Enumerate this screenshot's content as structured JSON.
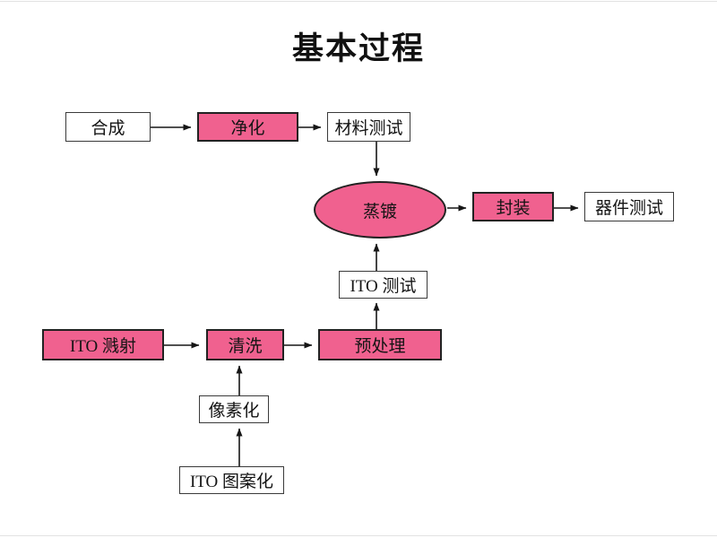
{
  "slide": {
    "title": "基本过程"
  },
  "colors": {
    "pink_fill": "#f0618f",
    "box_border": "#2b2b2b",
    "arrow": "#161616",
    "background": "#ffffff"
  },
  "nodes": {
    "synthesis": {
      "label": "合成",
      "shape": "rect",
      "fill": "white"
    },
    "purification": {
      "label": "净化",
      "shape": "rect",
      "fill": "pink"
    },
    "material_test": {
      "label": "材料测试",
      "shape": "rect",
      "fill": "white"
    },
    "evaporation": {
      "label": "蒸镀",
      "shape": "ellipse",
      "fill": "pink"
    },
    "encapsulation": {
      "label": "封装",
      "shape": "rect",
      "fill": "pink"
    },
    "device_test": {
      "label": "器件测试",
      "shape": "rect",
      "fill": "white"
    },
    "ito_test": {
      "label": "ITO 测试",
      "shape": "rect",
      "fill": "white"
    },
    "ito_sputtering": {
      "label": "ITO 溅射",
      "shape": "rect",
      "fill": "pink"
    },
    "cleaning": {
      "label": "清洗",
      "shape": "rect",
      "fill": "pink"
    },
    "pretreatment": {
      "label": "预处理",
      "shape": "rect",
      "fill": "pink"
    },
    "pixelation": {
      "label": "像素化",
      "shape": "rect",
      "fill": "white"
    },
    "ito_patterning": {
      "label": "ITO 图案化",
      "shape": "rect",
      "fill": "white"
    }
  },
  "edges": [
    {
      "from": "synthesis",
      "to": "purification"
    },
    {
      "from": "purification",
      "to": "material_test"
    },
    {
      "from": "material_test",
      "to": "evaporation"
    },
    {
      "from": "evaporation",
      "to": "encapsulation"
    },
    {
      "from": "encapsulation",
      "to": "device_test"
    },
    {
      "from": "ito_sputtering",
      "to": "cleaning"
    },
    {
      "from": "cleaning",
      "to": "pretreatment"
    },
    {
      "from": "pretreatment",
      "to": "ito_test"
    },
    {
      "from": "ito_test",
      "to": "evaporation"
    },
    {
      "from": "ito_patterning",
      "to": "pixelation"
    },
    {
      "from": "pixelation",
      "to": "cleaning"
    }
  ]
}
